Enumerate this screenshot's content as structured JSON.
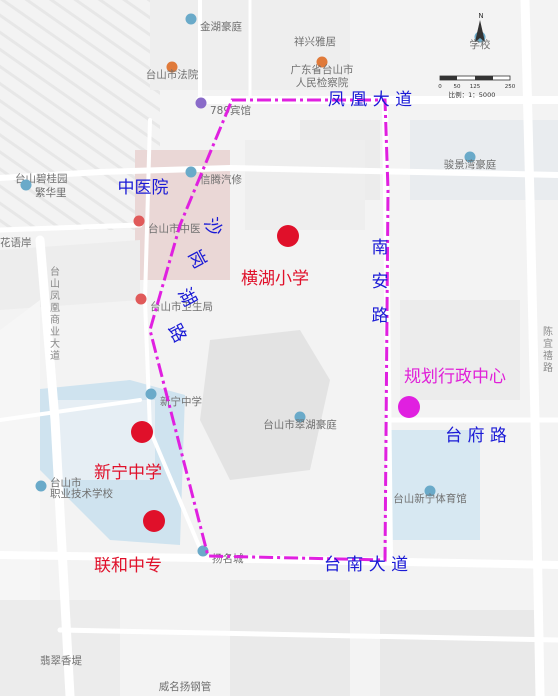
{
  "base_pois": [
    {
      "name": "金湖豪庭",
      "icon": "building"
    },
    {
      "name": "祥兴雅居",
      "icon": "none"
    },
    {
      "name": "台山市法院",
      "icon": "court"
    },
    {
      "name": "广东省台山市",
      "icon": "court"
    },
    {
      "name": "人民检察院",
      "icon": "none"
    },
    {
      "name": "789宾馆",
      "icon": "hotel"
    },
    {
      "name": "台山碧桂园",
      "icon": "none"
    },
    {
      "name": "繁华里",
      "icon": "building"
    },
    {
      "name": "信腾汽修",
      "icon": "car"
    },
    {
      "name": "骏景湾豪庭",
      "icon": "building"
    },
    {
      "name": "台山市中医",
      "icon": "hospital"
    },
    {
      "name": "花语岸",
      "icon": "none"
    },
    {
      "name": "台山市卫生局",
      "icon": "gov"
    },
    {
      "name": "新宁中学",
      "icon": "school"
    },
    {
      "name": "台山市翠湖豪庭",
      "icon": "building"
    },
    {
      "name": "台山市",
      "icon": "none"
    },
    {
      "name": "职业技术学校",
      "icon": "school"
    },
    {
      "name": "台山新宁体育馆",
      "icon": "building"
    },
    {
      "name": "扬名城",
      "icon": "shop"
    },
    {
      "name": "翡翠香堤",
      "icon": "none"
    },
    {
      "name": "威名扬钢管",
      "icon": "none"
    },
    {
      "name": "学校",
      "icon": "school"
    }
  ],
  "base_roads": [
    "台山凤凰商业大道",
    "陈宜禧路"
  ],
  "scale": {
    "ticks": [
      "0",
      "50",
      "125",
      "250"
    ],
    "ratio": "比例：1：5000",
    "north": "N"
  },
  "annotations": {
    "roads": [
      "凤 凰 大 道",
      "南 安 路",
      "沙 岗 湖 路",
      "台 南 大 道",
      "台 府 路"
    ],
    "places": [
      {
        "name": "中医院",
        "color": "#1a1ad6",
        "marker": false
      },
      {
        "name": "横湖小学",
        "color": "#e0102a",
        "marker": true,
        "marker_color": "#e0102a"
      },
      {
        "name": "新宁中学",
        "color": "#e0102a",
        "marker": true,
        "marker_color": "#e0102a"
      },
      {
        "name": "联和中专",
        "color": "#e0102a",
        "marker": true,
        "marker_color": "#e0102a"
      },
      {
        "name": "规划行政中心",
        "color": "#e020d8",
        "marker": true,
        "marker_color": "#e020e0"
      }
    ]
  },
  "boundary_color": "#e020e0"
}
